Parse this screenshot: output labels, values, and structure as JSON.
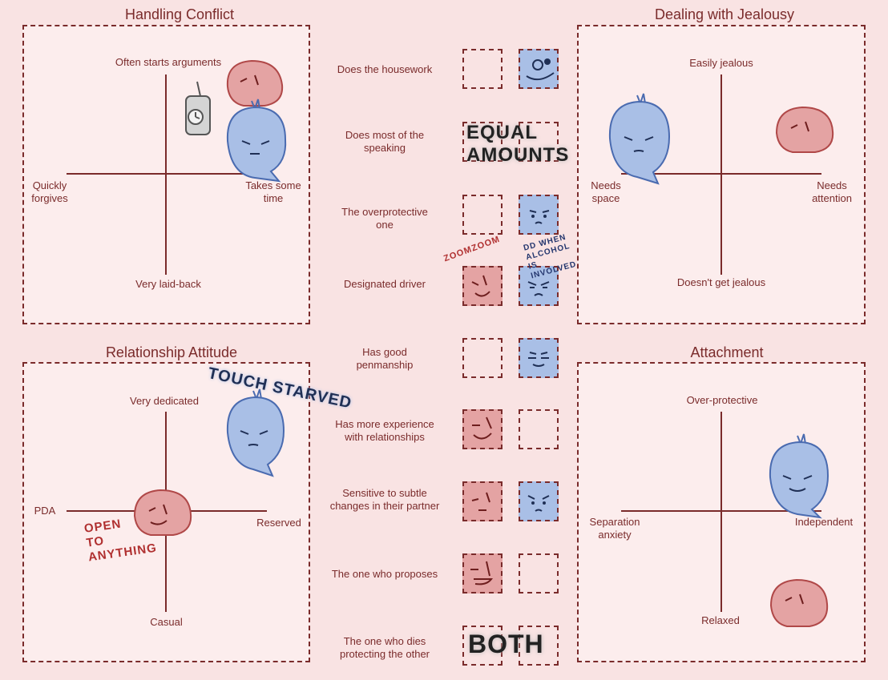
{
  "panels": {
    "handling_conflict": {
      "title": "Handling Conflict",
      "top": "Often starts arguments",
      "bottom": "Very laid-back",
      "left": "Quickly\nforgives",
      "right": "Takes some\ntime"
    },
    "dealing_jealousy": {
      "title": "Dealing with Jealousy",
      "top": "Easily jealous",
      "bottom": "Doesn't get jealous",
      "left": "Needs\nspace",
      "right": "Needs\nattention"
    },
    "relationship_attitude": {
      "title": "Relationship Attitude",
      "top": "Very dedicated",
      "bottom": "Casual",
      "left": "PDA",
      "right": "Reserved"
    },
    "attachment": {
      "title": "Attachment",
      "top": "Over-protective",
      "bottom": "Relaxed",
      "left": "Separation\nanxiety",
      "right": "Independent"
    }
  },
  "comparisons": [
    {
      "label": "Does the housework",
      "left": "empty",
      "right": "blue"
    },
    {
      "label": "Does most of the\nspeaking",
      "left": "empty",
      "right": "empty"
    },
    {
      "label": "The overprotective\none",
      "left": "empty",
      "right": "blue"
    },
    {
      "label": "Designated driver",
      "left": "red",
      "right": "blue"
    },
    {
      "label": "Has good\npenmanship",
      "left": "empty",
      "right": "blue"
    },
    {
      "label": "Has more experience\nwith relationships",
      "left": "red",
      "right": "empty"
    },
    {
      "label": "Sensitive to subtle\nchanges in their partner",
      "left": "red",
      "right": "blue"
    },
    {
      "label": "The one who proposes",
      "left": "red",
      "right": "empty"
    },
    {
      "label": "The one who dies\nprotecting the other",
      "left": "empty",
      "right": "empty"
    }
  ],
  "scrawls": {
    "equal_amounts": "EQUAL\nAMOUNTS",
    "zoom_zoom": "ZOOMZOOM",
    "dd_when_alcohol": "DD WHEN\nALCOHOL\nIS\nINVOLVED",
    "touch_starved": "TOUCH STARVED",
    "open_to_anything": "OPEN\nTO\nANYTHING",
    "both": "BOTH"
  },
  "colors": {
    "background": "#f9e3e3",
    "line": "#7a2b2b",
    "red_char": "#e4a3a3",
    "blue_char": "#a9bfe6"
  }
}
